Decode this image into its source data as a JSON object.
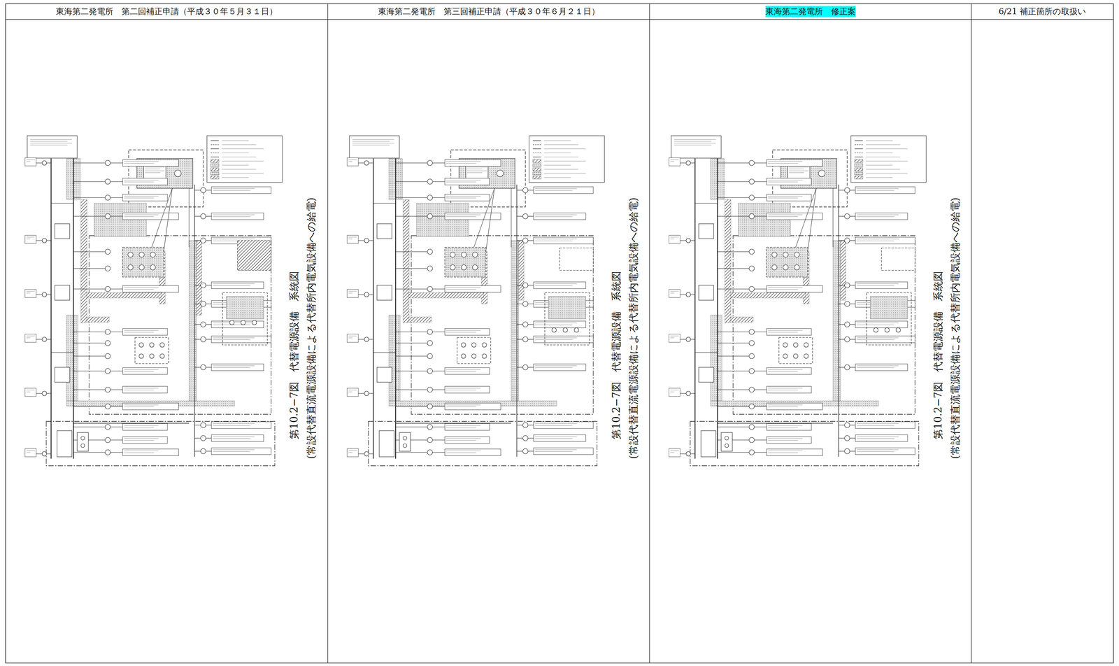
{
  "diagram": {
    "labels": [
      "東海第二発電所　第二回補正申請（平成３０年５月３１日）",
      "東海第二発電所　第三回補正申請（平成３０年６月２１日）",
      "東海第二発電所　修正案",
      "6/21 補正箇所の取扱い",
      "第10.2−7図　代替電源設備　系統図",
      "(常設代替直流電源設備による代替所内電気設備への給電)",
      "第10.2−7図　代替電源設備　系統図",
      "(常設代替直流電源設備による代替所内電気設備への給電)",
      "第10.2−7図　代替電源設備　系統図",
      "(常設代替直流電源設備による代替所内電気設備への給電)"
    ]
  }
}
